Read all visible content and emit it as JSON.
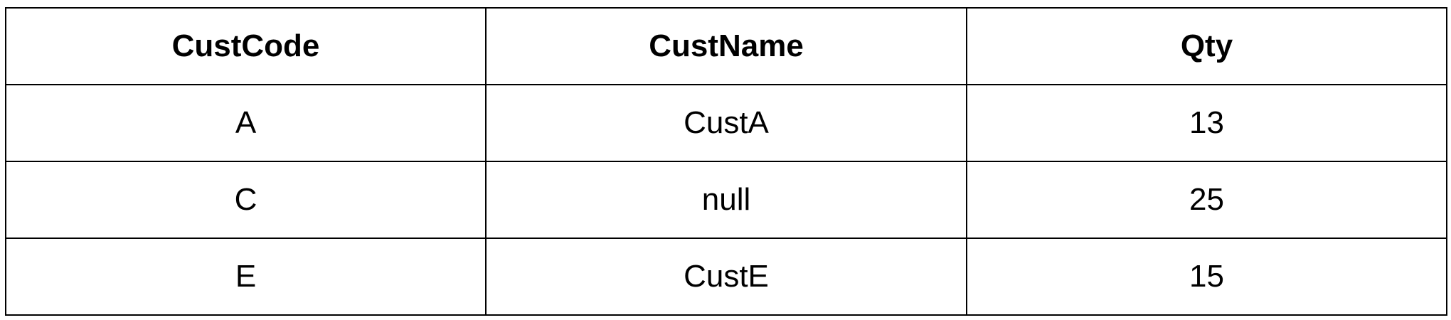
{
  "table": {
    "headers": [
      "CustCode",
      "CustName",
      "Qty"
    ],
    "rows": [
      [
        "A",
        "CustA",
        "13"
      ],
      [
        "C",
        "null",
        "25"
      ],
      [
        "E",
        "CustE",
        "15"
      ]
    ]
  }
}
